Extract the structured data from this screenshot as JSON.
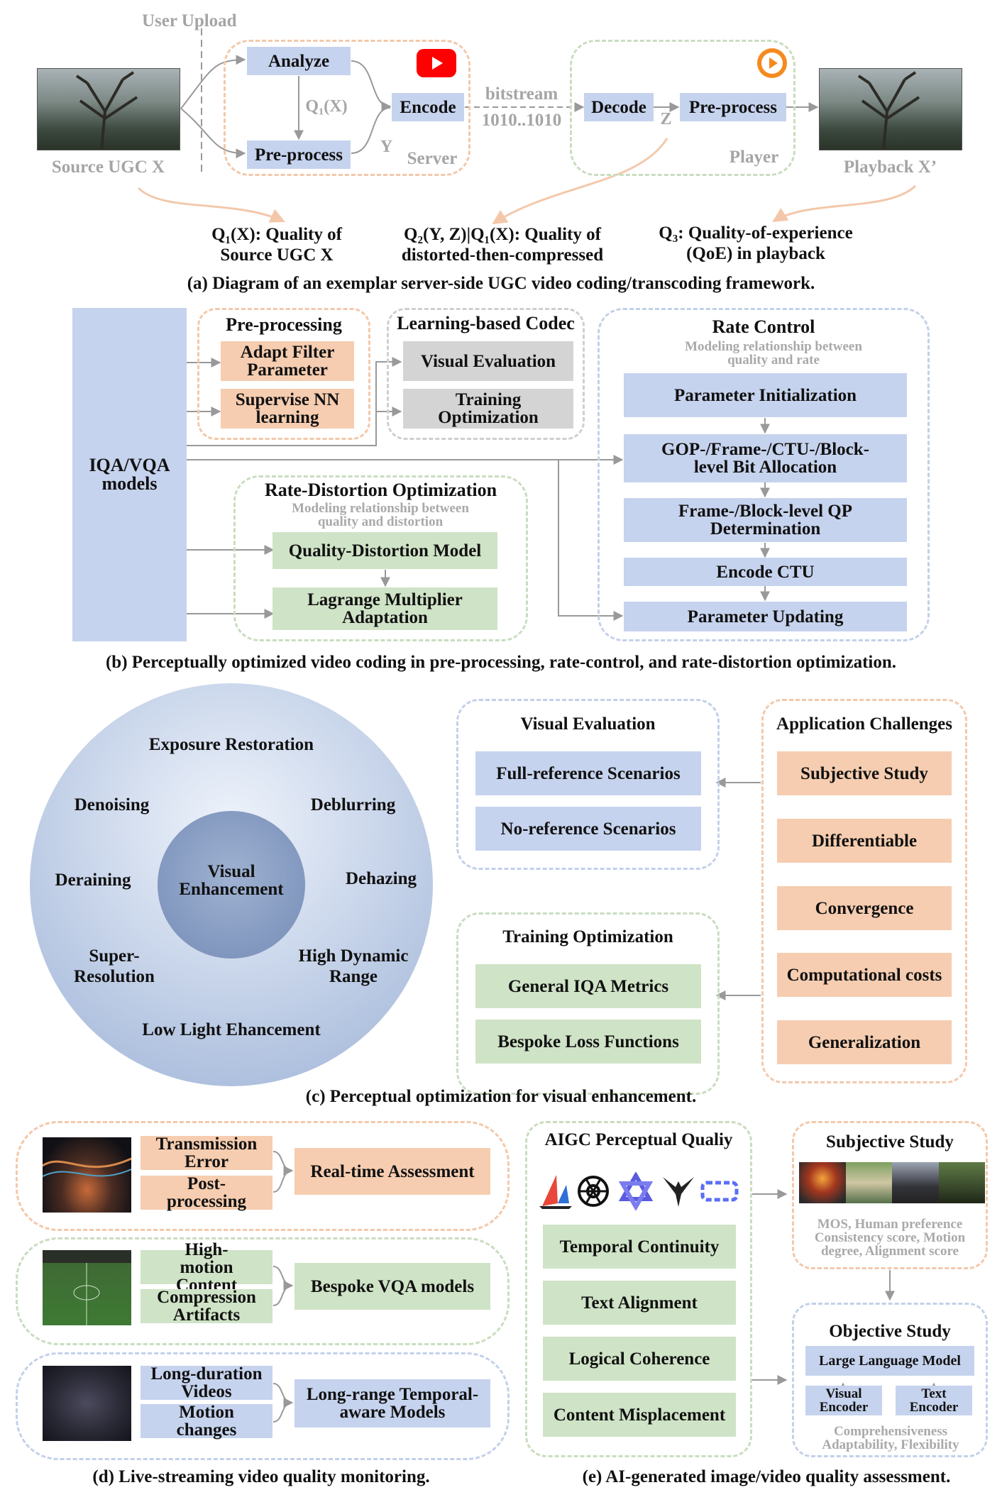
{
  "a": {
    "user_upload": "User Upload",
    "source_label": "Source UGC X",
    "analyze": "Analyze",
    "preprocess": "Pre-process",
    "q1x": "Q₁(X)",
    "y": "Y",
    "encode": "Encode",
    "server": "Server",
    "bitstream": "bitstream",
    "bits": "1010..1010",
    "decode": "Decode",
    "z": "Z",
    "player_preprocess": "Pre-process",
    "player": "Player",
    "playback_label": "Playback X’",
    "q1_desc": "Q₁(X): Quality of Source UGC X",
    "q2_desc": "Q₂(Y, Z)|Q₁(X): Quality of distorted-then-compressed",
    "q3_desc": "Q₃: Quality-of-experience (QoE) in playback",
    "caption": "(a) Diagram of an exemplar server-side UGC video coding/transcoding framework."
  },
  "b": {
    "iqa": "IQA/VQA models",
    "preproc_title": "Pre-processing",
    "adapt": "Adapt Filter Parameter",
    "supervise": "Supervise NN learning",
    "codec_title": "Learning-based Codec",
    "visual_eval": "Visual Evaluation",
    "training_opt": "Training Optimization",
    "rc_title": "Rate Control",
    "rc_sub": "Modeling relationship between quality and rate",
    "param_init": "Parameter Initialization",
    "bit_alloc": "GOP-/Frame-/CTU-/Block-level Bit Allocation",
    "qp": "Frame-/Block-level QP Determination",
    "encode_ctu": "Encode CTU",
    "param_update": "Parameter Updating",
    "rdo_title": "Rate-Distortion Optimization",
    "rdo_sub": "Modeling relationship between quality and distortion",
    "qd_model": "Quality-Distortion Model",
    "lagrange": "Lagrange Multiplier Adaptation",
    "caption": "(b) Perceptually optimized  video coding in pre-processing, rate-control, and rate-distortion optimization."
  },
  "c": {
    "center": "Visual Enhancement",
    "exposure": "Exposure Restoration",
    "denoising": "Denoising",
    "deblurring": "Deblurring",
    "deraining": "Deraining",
    "dehazing": "Dehazing",
    "super_res": "Super-Resolution",
    "hdr": "High Dynamic Range",
    "low_light": "Low Light Ehancement",
    "ve_title": "Visual Evaluation",
    "full_ref": "Full-reference Scenarios",
    "no_ref": "No-reference Scenarios",
    "to_title": "Training Optimization",
    "general_iqa": "General IQA Metrics",
    "bespoke_loss": "Bespoke Loss Functions",
    "ac_title": "Application Challenges",
    "subjective": "Subjective Study",
    "differentiable": "Differentiable",
    "convergence": "Convergence",
    "computational": "Computational costs",
    "generalization": "Generalization",
    "caption": "(c) Perceptual optimization for visual enhancement."
  },
  "d": {
    "transmission": "Transmission Error",
    "postprocessing": "Post-processing",
    "realtime": "Real-time Assessment",
    "high_motion": "High-motion Content",
    "compression": "Compression Artifacts",
    "bespoke_vqa": "Bespoke VQA models",
    "long_duration": "Long-duration Videos",
    "motion_changes": "Motion changes",
    "long_range": "Long-range Temporal-aware Models",
    "caption": "(d) Live-streaming video quality monitoring."
  },
  "e": {
    "aigc_title": "AIGC Perceptual Qualiy",
    "temporal": "Temporal Continuity",
    "text_align": "Text Alignment",
    "logical": "Logical Coherence",
    "misplacement": "Content Misplacement",
    "subj_title": "Subjective Study",
    "subj_sub": "MOS, Human preference Consistency score, Motion degree, Alignment score",
    "obj_title": "Objective Study",
    "llm": "Large Language Model",
    "visual_enc": "Visual Encoder",
    "text_enc": "Text Encoder",
    "obj_sub": "Comprehensiveness Adaptability, Flexibility",
    "caption": "(e) AI-generated image/video quality assessment."
  },
  "colors": {
    "blue": "#c6d3ee",
    "orange": "#f6cdb0",
    "green": "#cfe3c6",
    "gray": "#d4d4d4"
  }
}
